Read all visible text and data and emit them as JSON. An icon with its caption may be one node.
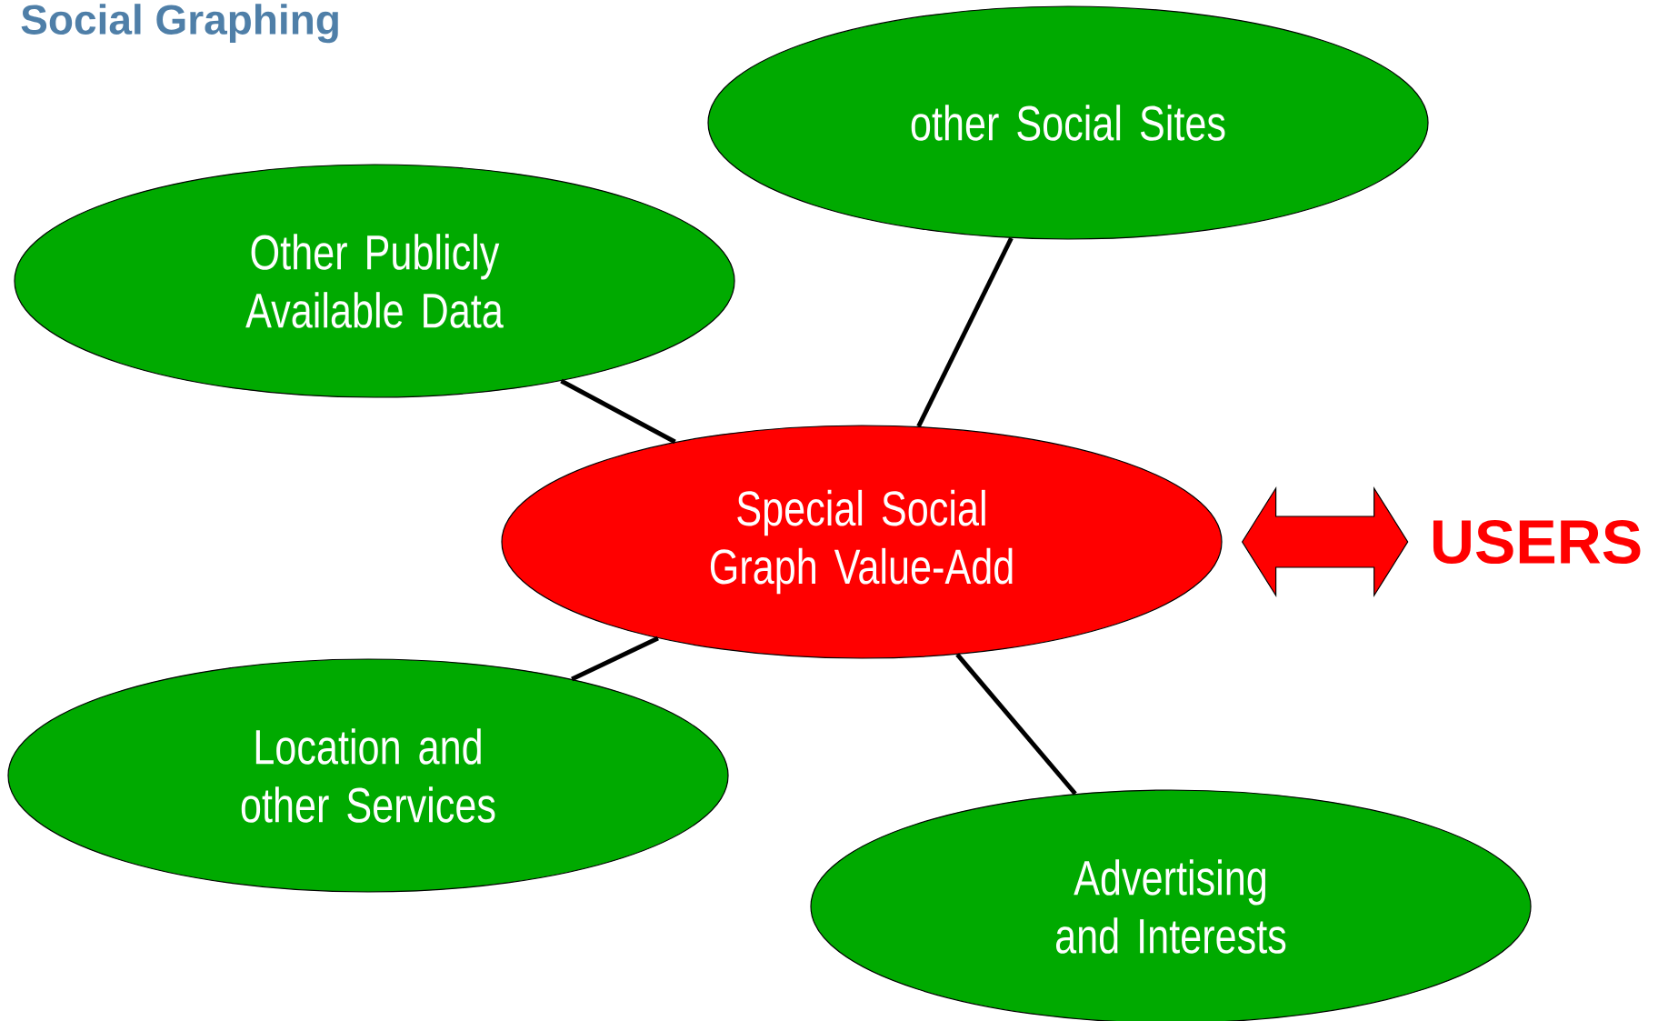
{
  "diagram": {
    "title": "Social Graphing",
    "nodes": [
      {
        "text": [
          "other Social Sites"
        ]
      },
      {
        "text": [
          "Other Publicly Available Data"
        ]
      },
      {
        "text": [
          "Special Social Graph Value-Add"
        ]
      },
      {
        "text": [
          "USERS"
        ]
      },
      {
        "text": [
          "Location and other Services"
        ]
      },
      {
        "text": [
          "Advertising and Interests"
        ]
      }
    ],
    "edges": [
      {
        "from": 0,
        "to": 2,
        "arrow": "none"
      },
      {
        "from": 1,
        "to": 2,
        "arrow": "none"
      },
      {
        "from": 2,
        "to": 3,
        "arrow": "both",
        "style": "thick",
        "color": "#ff0000"
      },
      {
        "from": 2,
        "to": 4,
        "arrow": "none"
      },
      {
        "from": 2,
        "to": 5,
        "arrow": "none"
      }
    ]
  }
}
